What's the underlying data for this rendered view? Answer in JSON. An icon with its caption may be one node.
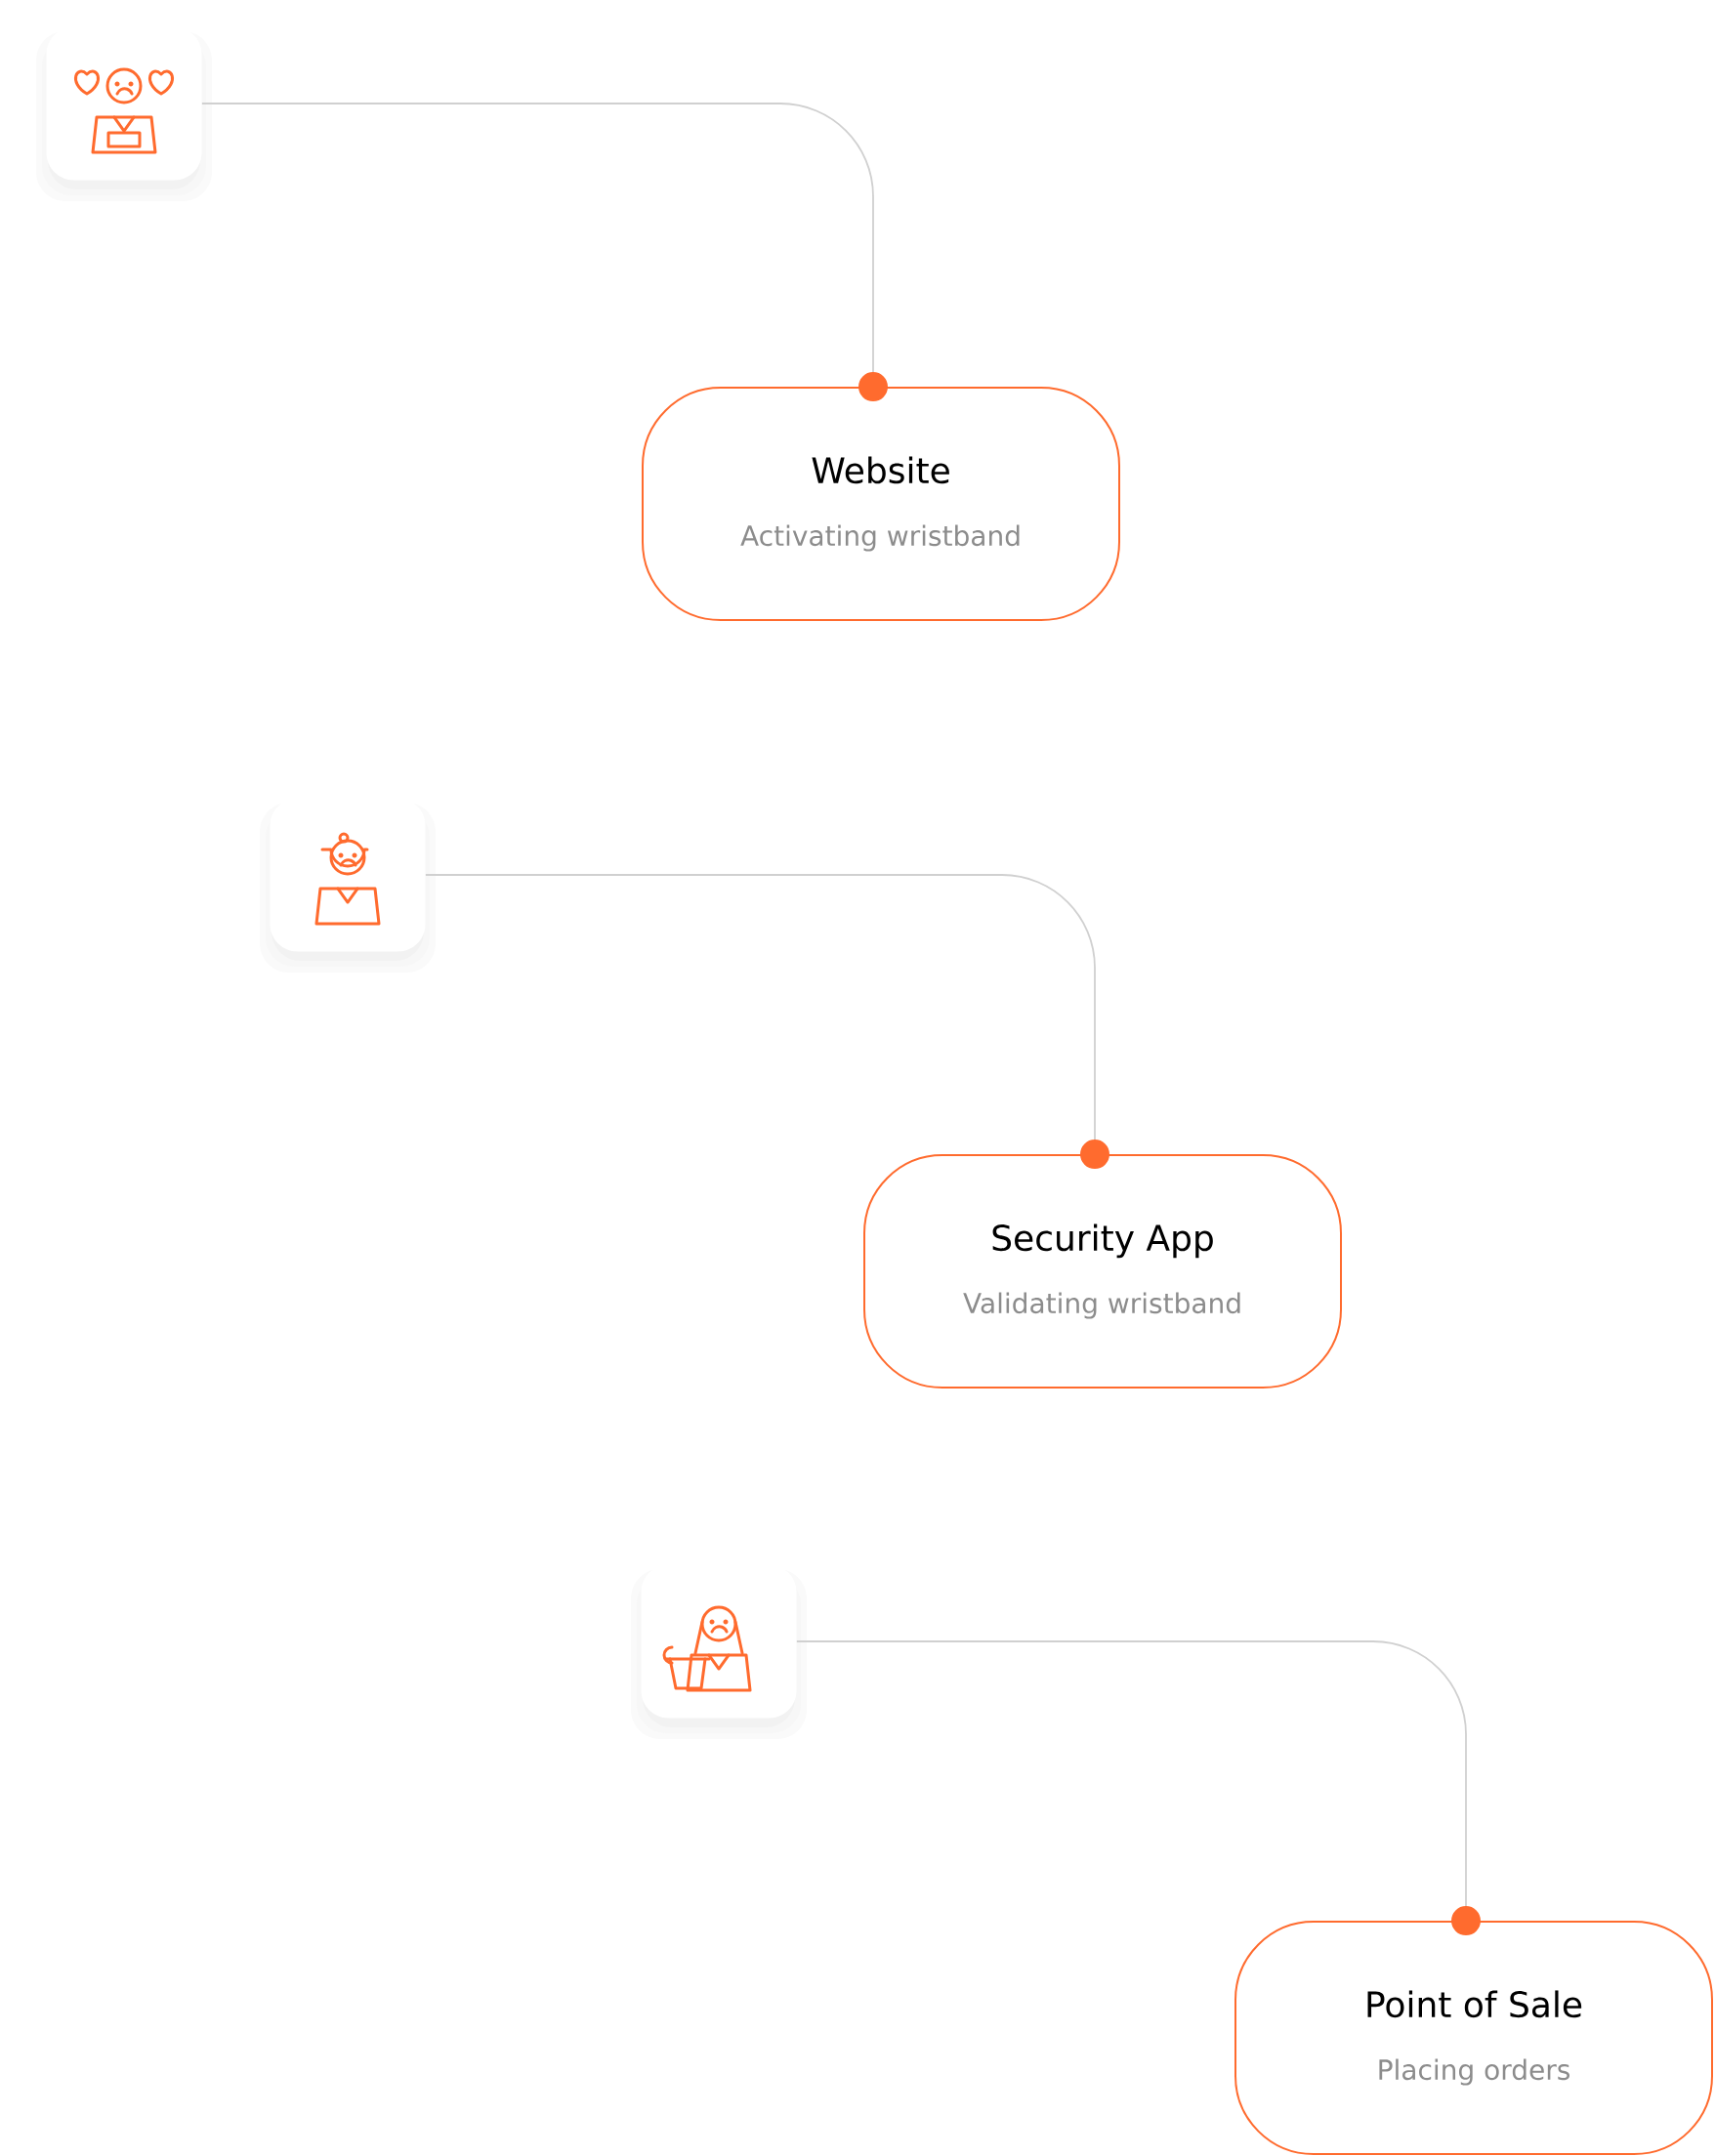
{
  "diagram": {
    "nodes": [
      {
        "text": [],
        "shape": "picture"
      },
      {
        "text": [
          "Website",
          "Activating wristband"
        ]
      },
      {
        "text": [],
        "shape": "picture"
      },
      {
        "text": [
          "Security App",
          "Validating wristband"
        ]
      },
      {
        "text": [],
        "shape": "picture"
      },
      {
        "text": [
          "Point of Sale",
          "Placing orders"
        ]
      }
    ],
    "edges": [
      {
        "from": 0,
        "to": 1,
        "arrow": "other"
      },
      {
        "from": 2,
        "to": 3,
        "arrow": "other"
      },
      {
        "from": 4,
        "to": 5,
        "arrow": "other"
      }
    ]
  }
}
